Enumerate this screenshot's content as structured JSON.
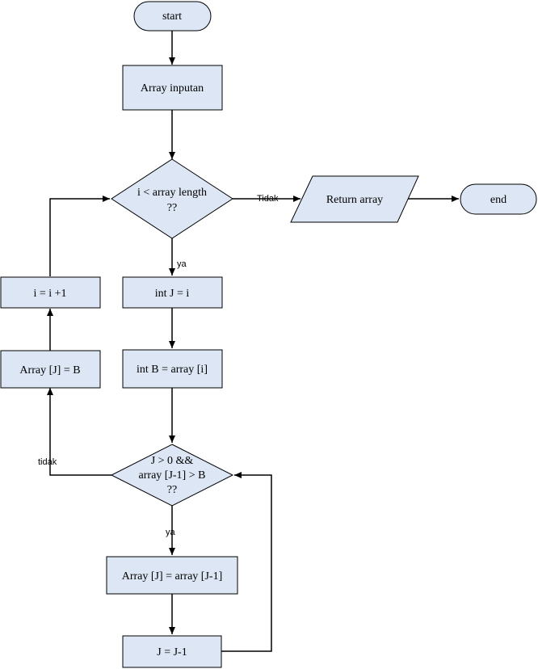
{
  "nodes": {
    "start": "start",
    "array_input": "Array inputan",
    "loop_cond_line1": "i < array length",
    "loop_cond_line2": "??",
    "return_array": "Return array",
    "end": "end",
    "increment_i": "i = i +1",
    "init_j": "int J = i",
    "assign_back": "Array [J] = B",
    "init_b": "int B = array [i]",
    "inner_cond_line1": "J > 0 &&",
    "inner_cond_line2": "array [J-1] > B",
    "inner_cond_line3": "??",
    "shift": "Array [J] = array [J-1]",
    "decrement_j": "J = J-1"
  },
  "edges": {
    "outer_no": "Tidak",
    "outer_yes": "ya",
    "inner_no": "tidak",
    "inner_yes": "ya"
  }
}
